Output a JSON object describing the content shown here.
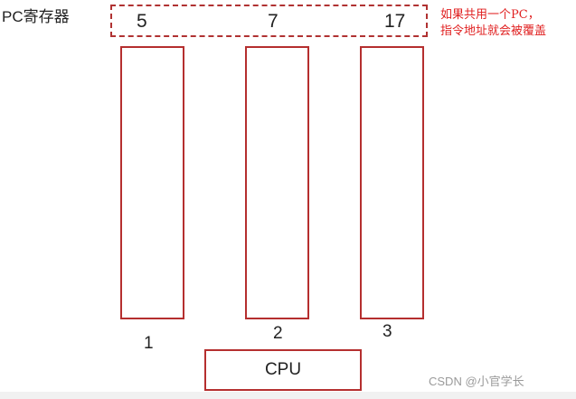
{
  "pc_register": {
    "label": "PC寄存器",
    "values": [
      "5",
      "7",
      "17"
    ]
  },
  "note": {
    "lines": [
      "如果共用一个PC，",
      "指令地址就会被覆盖"
    ]
  },
  "memory_blocks": {
    "labels": [
      "1",
      "2",
      "3"
    ]
  },
  "cpu": {
    "label": "CPU"
  },
  "watermark": {
    "text": "CSDN @小官学长"
  },
  "colors": {
    "box_border": "#b52f2f",
    "note_text": "#e02020"
  }
}
